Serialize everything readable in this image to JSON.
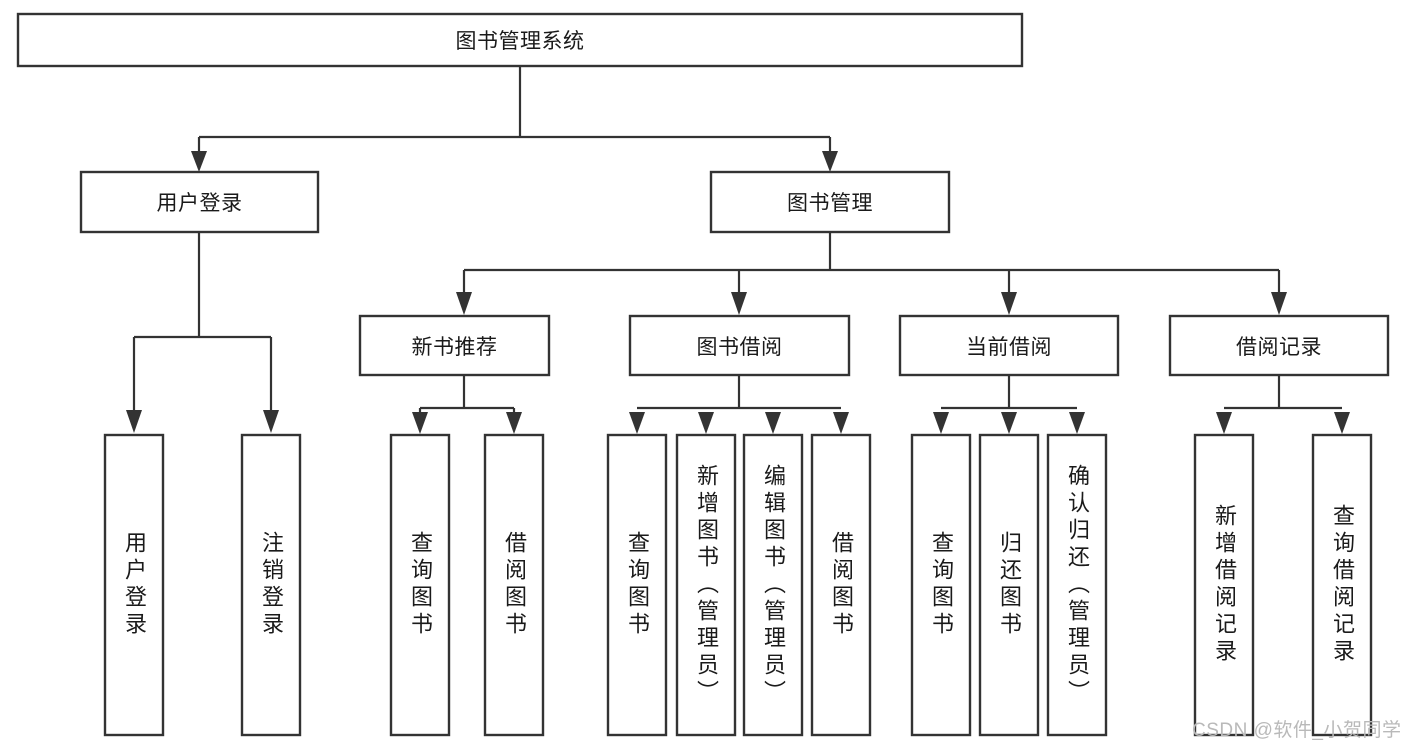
{
  "diagram": {
    "type": "tree-hierarchy",
    "title": "图书管理系统",
    "watermark": "CSDN @软件_小贺同学",
    "colors": {
      "stroke": "#333333",
      "fill": "#ffffff",
      "text": "#1a1a1a",
      "watermark": "#b9b9b9",
      "background": "#ffffff"
    },
    "levels": {
      "root": {
        "label": "图书管理系统"
      },
      "level2": [
        {
          "id": "user-login",
          "label": "用户登录"
        },
        {
          "id": "book-management",
          "label": "图书管理"
        }
      ],
      "level3": [
        {
          "id": "new-book-recommend",
          "label": "新书推荐",
          "parent": "book-management"
        },
        {
          "id": "book-borrow",
          "label": "图书借阅",
          "parent": "book-management"
        },
        {
          "id": "current-borrow",
          "label": "当前借阅",
          "parent": "book-management"
        },
        {
          "id": "borrow-record",
          "label": "借阅记录",
          "parent": "book-management"
        }
      ],
      "leaves": [
        {
          "id": "leaf-user-login",
          "label": "用户登录",
          "parent": "user-login"
        },
        {
          "id": "leaf-logout-login",
          "label": "注销登录",
          "parent": "user-login"
        },
        {
          "id": "leaf-query-book-1",
          "label": "查询图书",
          "parent": "new-book-recommend"
        },
        {
          "id": "leaf-borrow-book-1",
          "label": "借阅图书",
          "parent": "new-book-recommend"
        },
        {
          "id": "leaf-query-book-2",
          "label": "查询图书",
          "parent": "book-borrow"
        },
        {
          "id": "leaf-add-book",
          "label": "新增图书（管理员）",
          "parent": "book-borrow"
        },
        {
          "id": "leaf-edit-book",
          "label": "编辑图书（管理员）",
          "parent": "book-borrow"
        },
        {
          "id": "leaf-borrow-book-2",
          "label": "借阅图书",
          "parent": "book-borrow"
        },
        {
          "id": "leaf-query-book-3",
          "label": "查询图书",
          "parent": "current-borrow"
        },
        {
          "id": "leaf-return-book",
          "label": "归还图书",
          "parent": "current-borrow"
        },
        {
          "id": "leaf-confirm-return",
          "label": "确认归还（管理员）",
          "parent": "current-borrow"
        },
        {
          "id": "leaf-add-record",
          "label": "新增借阅记录",
          "parent": "borrow-record"
        },
        {
          "id": "leaf-query-record",
          "label": "查询借阅记录",
          "parent": "borrow-record"
        }
      ]
    }
  }
}
